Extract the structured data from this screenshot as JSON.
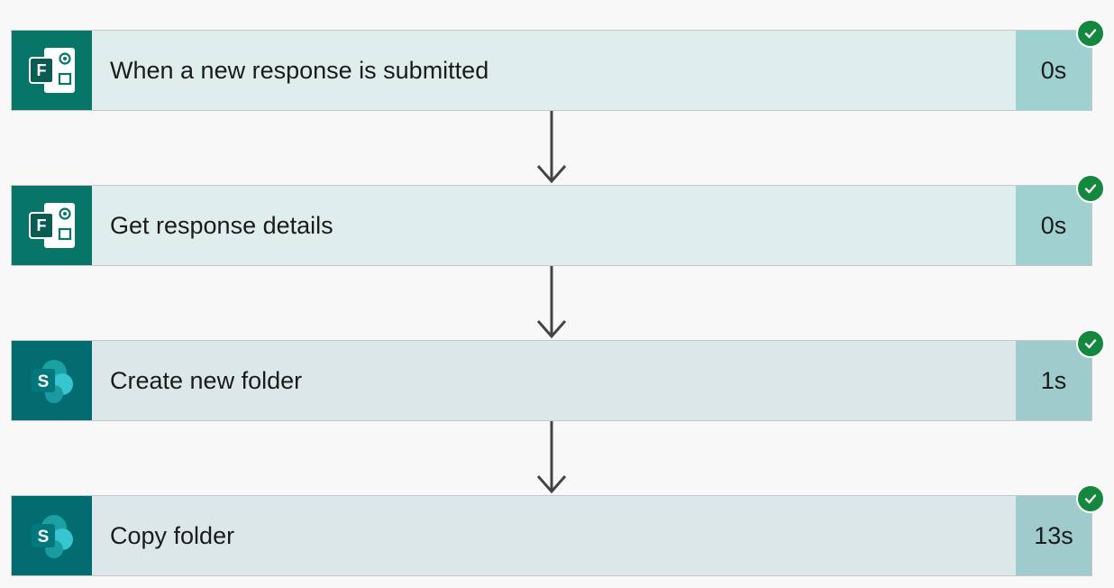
{
  "flow": {
    "steps": [
      {
        "title": "When a new response is submitted",
        "duration": "0s",
        "icon": "forms-icon",
        "status": "succeeded"
      },
      {
        "title": "Get response details",
        "duration": "0s",
        "icon": "forms-icon",
        "status": "succeeded"
      },
      {
        "title": "Create new folder",
        "duration": "1s",
        "icon": "sharepoint-icon",
        "status": "succeeded"
      },
      {
        "title": "Copy folder",
        "duration": "13s",
        "icon": "sharepoint-icon",
        "status": "succeeded"
      }
    ]
  },
  "colors": {
    "forms_icon_bg": "#077568",
    "sharepoint_icon_bg": "#036c70",
    "card_bg": "#dfeded",
    "duration_bg": "#9fd1d1",
    "success_green": "#13883e",
    "connector": "#444444"
  }
}
